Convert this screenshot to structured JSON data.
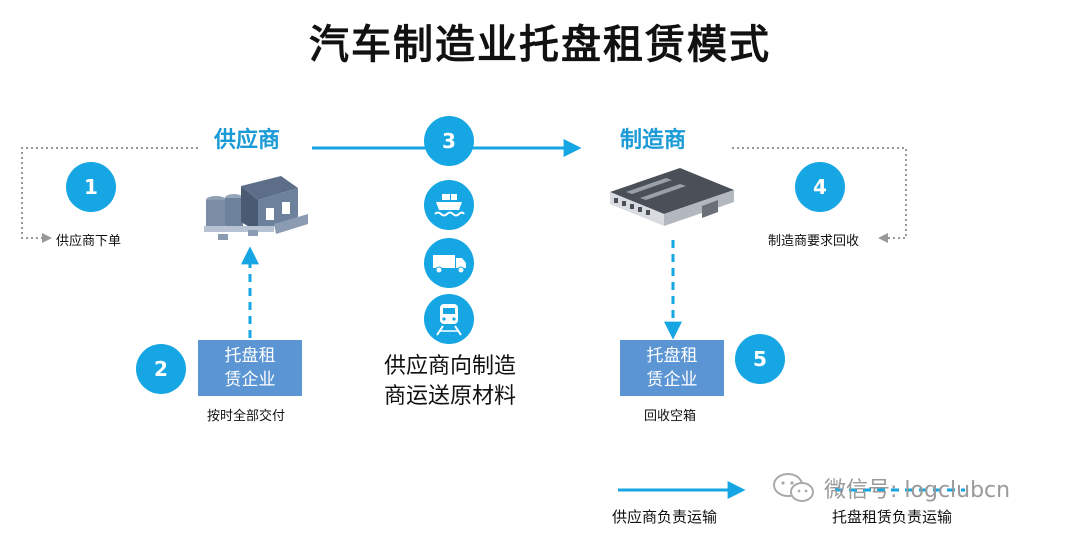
{
  "title": "汽车制造业托盘租赁模式",
  "parties": {
    "supplier": "供应商",
    "manufacturer": "制造商"
  },
  "steps": [
    {
      "number": "1",
      "label": "供应商下单"
    },
    {
      "number": "2",
      "label": "按时全部交付"
    },
    {
      "number": "3",
      "label": "供应商向制造商运送原材料"
    },
    {
      "number": "4",
      "label": "制造商要求回收"
    },
    {
      "number": "5",
      "label": "回收空箱"
    }
  ],
  "lessor_box": {
    "line1": "托盘租",
    "line2": "赁企业"
  },
  "material_text": {
    "line1": "供应商向制造",
    "line2": "商运送原材料"
  },
  "transport_modes": [
    {
      "icon": "ship-icon"
    },
    {
      "icon": "truck-icon"
    },
    {
      "icon": "train-icon"
    }
  ],
  "legend": [
    {
      "label": "供应商负责运输",
      "style": "solid"
    },
    {
      "label": "托盘租赁负责运输",
      "style": "dashed"
    }
  ],
  "watermark": "微信号: logclubcn",
  "colors": {
    "accent": "#15a6e3",
    "box": "#5b95d3",
    "dotted": "#999999"
  }
}
